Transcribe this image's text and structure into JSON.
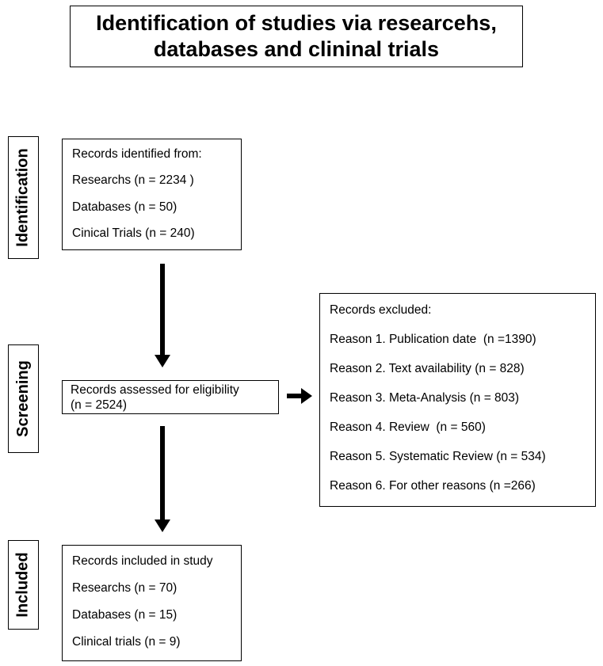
{
  "title": {
    "line1": "Identification of studies via researcehs,",
    "line2": "databases and clininal trials"
  },
  "stages": {
    "identification": "Identification",
    "screening": "Screening",
    "included": "Included"
  },
  "boxes": {
    "identified": {
      "lines": [
        "Records identified from:",
        "Researchs (n = 2234 )",
        "Databases (n = 50)",
        "Cinical Trials (n = 240)"
      ]
    },
    "assessed": {
      "line1": "Records assessed for eligibility",
      "line2": "(n = 2524)"
    },
    "excluded": {
      "lines": [
        "Records excluded:",
        "Reason 1. Publication date  (n =1390)",
        "Reason 2. Text availability (n = 828)",
        "Reason 3. Meta-Analysis (n = 803)",
        "Reason 4. Review  (n = 560)",
        "Reason 5. Systematic Review (n = 534)",
        "Reason 6. For other reasons (n =266)"
      ]
    },
    "included": {
      "lines": [
        "Records included in study",
        "Researchs (n = 70)",
        "Databases (n = 15)",
        "Clinical trials (n = 9)"
      ]
    }
  },
  "colors": {
    "border": "#000000",
    "text": "#000000",
    "background": "#ffffff",
    "arrow": "#000000"
  }
}
